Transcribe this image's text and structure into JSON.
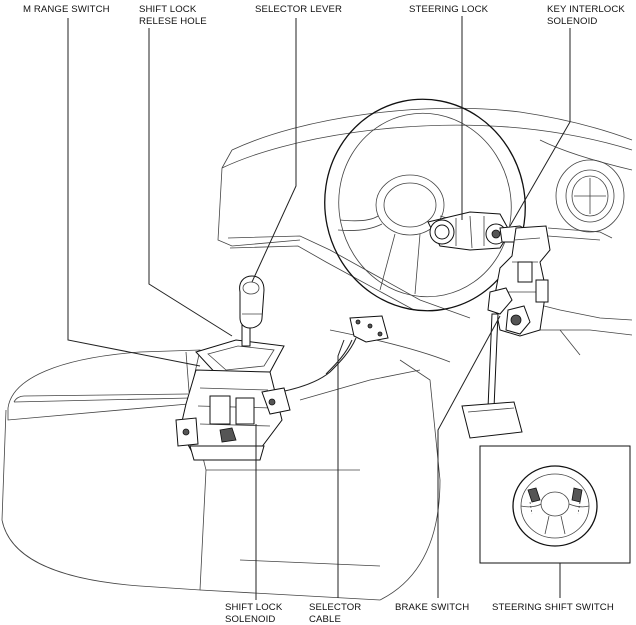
{
  "labels": {
    "m_range_switch": "M RANGE SWITCH",
    "shift_lock_release_hole": [
      "SHIFT LOCK",
      "RELESE HOLE"
    ],
    "selector_lever": "SELECTOR LEVER",
    "steering_lock": "STEERING LOCK",
    "key_interlock_solenoid": [
      "KEY INTERLOCK",
      "SOLENOID"
    ],
    "shift_lock_solenoid": [
      "SHIFT LOCK",
      "SOLENOID"
    ],
    "selector_cable": [
      "SELECTOR",
      "CABLE"
    ],
    "brake_switch": "BRAKE SWITCH",
    "steering_shift_switch": "STEERING SHIFT SWITCH"
  }
}
